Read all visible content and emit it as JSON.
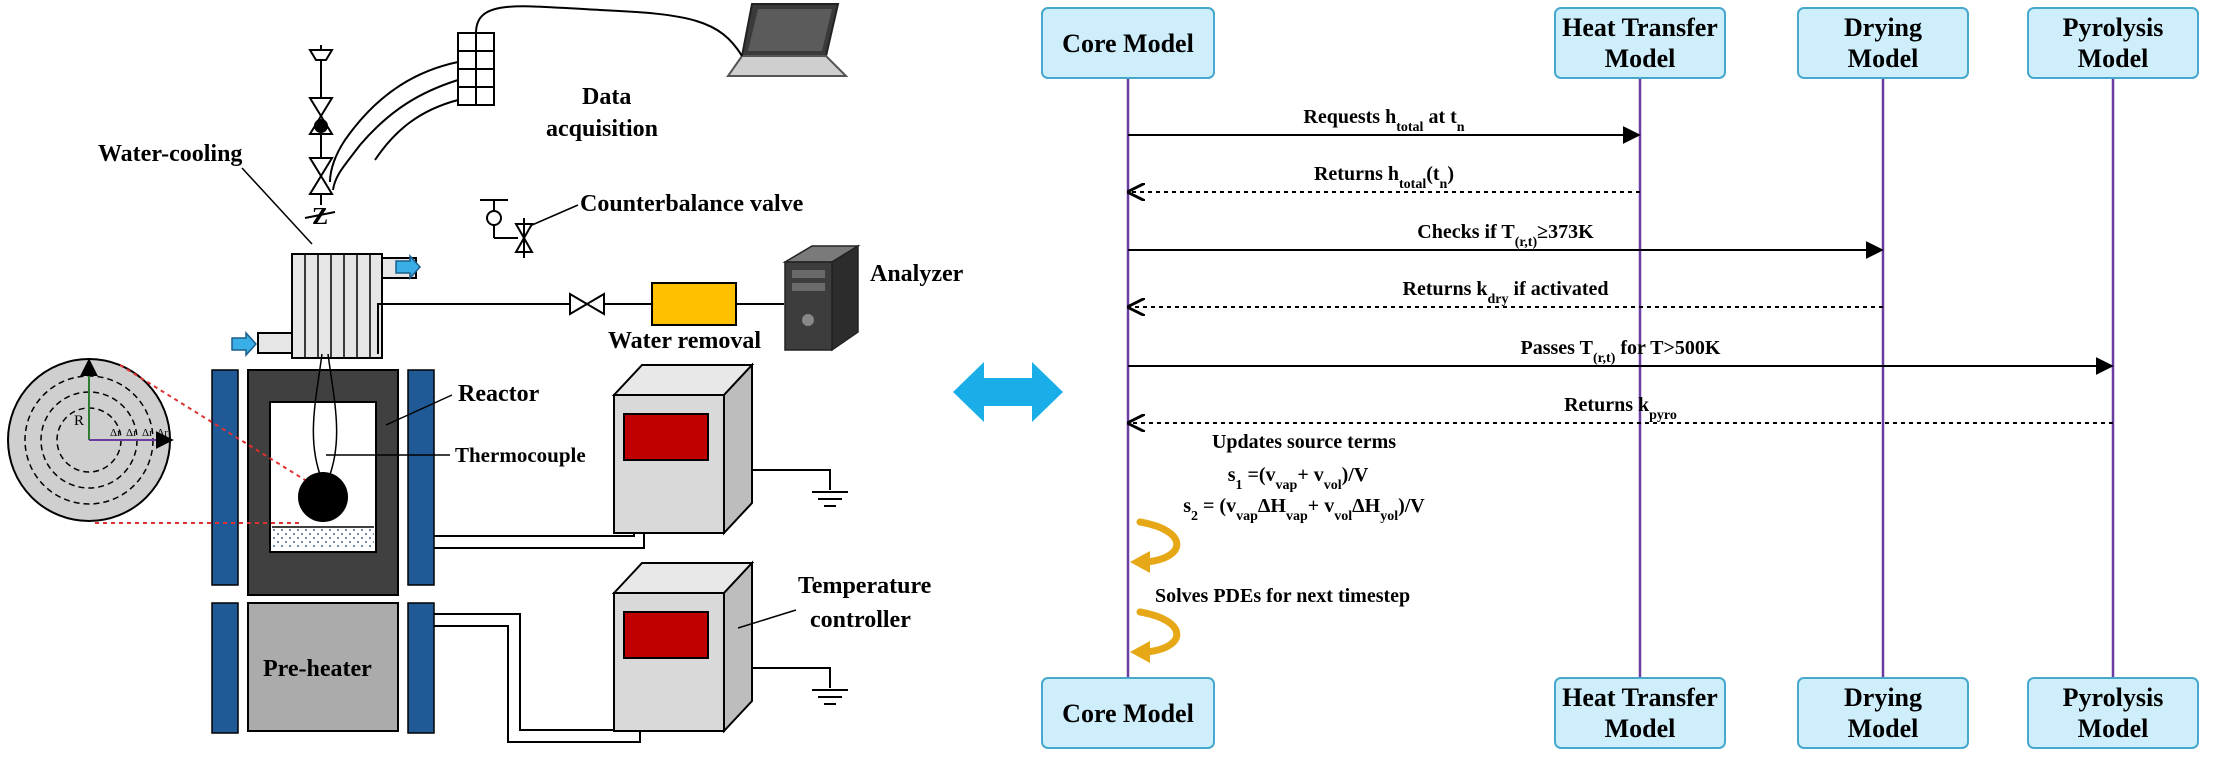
{
  "colors": {
    "lifeline": "#6a3ea1",
    "box_fill": "#cdeefa",
    "box_stroke": "#46a8cc",
    "exchange_arrow": "#1aaee8",
    "loop_arrow": "#e6a817",
    "heater_blue": "#1f5a96",
    "reactor_dark": "#404040",
    "alarm_red": "#c00000",
    "water_removal_yellow": "#ffc000",
    "zoom_dotted": "#e03030"
  },
  "apparatus": {
    "data_acquisition": [
      "Data",
      "acquisition"
    ],
    "water_cooling": "Water-cooling",
    "counterbalance_valve": "Counterbalance valve",
    "analyzer": "Analyzer",
    "water_removal": "Water removal",
    "reactor": "Reactor",
    "thermocouple": "Thermocouple",
    "temperature_controller": [
      "Temperature",
      "controller"
    ],
    "pre_heater": "Pre-heater",
    "particle_radius": "R",
    "particle_dr": [
      "Δr",
      "Δr",
      "Δr",
      "Δr"
    ],
    "valve_mark": "Z"
  },
  "sequence": {
    "participants": [
      {
        "top": [
          "Core Model"
        ],
        "bottom": [
          "Core Model"
        ]
      },
      {
        "top": [
          "Heat Transfer",
          "Model"
        ],
        "bottom": [
          "Heat Transfer",
          "Model"
        ]
      },
      {
        "top": [
          "Drying",
          "Model"
        ],
        "bottom": [
          "Drying",
          "Model"
        ]
      },
      {
        "top": [
          "Pyrolysis",
          "Model"
        ],
        "bottom": [
          "Pyrolysis",
          "Model"
        ]
      }
    ],
    "messages": [
      {
        "from": 0,
        "to": 1,
        "style": "solid",
        "parts": [
          [
            "Requests h",
            ""
          ],
          [
            "total",
            "sub"
          ],
          [
            " at t",
            ""
          ],
          [
            "n",
            "sub"
          ]
        ]
      },
      {
        "from": 1,
        "to": 0,
        "style": "dashed",
        "parts": [
          [
            "Returns h",
            ""
          ],
          [
            "total",
            "sub"
          ],
          [
            "(t",
            ""
          ],
          [
            "n",
            "sub"
          ],
          [
            ")",
            ""
          ]
        ]
      },
      {
        "from": 0,
        "to": 2,
        "style": "solid",
        "parts": [
          [
            "Checks if T",
            ""
          ],
          [
            "(r,t)",
            "sub"
          ],
          [
            "≥373K",
            ""
          ]
        ]
      },
      {
        "from": 2,
        "to": 0,
        "style": "dashed",
        "parts": [
          [
            "Returns k",
            ""
          ],
          [
            "dry",
            "sub"
          ],
          [
            " if activated",
            ""
          ]
        ]
      },
      {
        "from": 0,
        "to": 3,
        "style": "solid",
        "parts": [
          [
            "Passes T",
            ""
          ],
          [
            "(r,t)",
            "sub"
          ],
          [
            " for T>500K",
            ""
          ]
        ]
      },
      {
        "from": 3,
        "to": 0,
        "style": "dashed",
        "parts": [
          [
            "Returns k",
            ""
          ],
          [
            "pyro",
            "sub"
          ]
        ]
      }
    ],
    "update_note": {
      "title": "Updates source terms",
      "s1": [
        [
          "s",
          ""
        ],
        [
          "1",
          "sub"
        ],
        [
          " =(v",
          ""
        ],
        [
          "vap",
          "sub"
        ],
        [
          "+ v",
          ""
        ],
        [
          "vol",
          "sub"
        ],
        [
          ")/V",
          ""
        ]
      ],
      "s2": [
        [
          "s",
          ""
        ],
        [
          "2",
          "sub"
        ],
        [
          " = (v",
          ""
        ],
        [
          "vap",
          "sub"
        ],
        [
          "ΔH",
          ""
        ],
        [
          "vap",
          "sub"
        ],
        [
          "+ v",
          ""
        ],
        [
          "vol",
          "sub"
        ],
        [
          "ΔH",
          ""
        ],
        [
          "yol",
          "sub"
        ],
        [
          ")/V",
          ""
        ]
      ]
    },
    "solve_note": "Solves PDEs for next timestep"
  }
}
